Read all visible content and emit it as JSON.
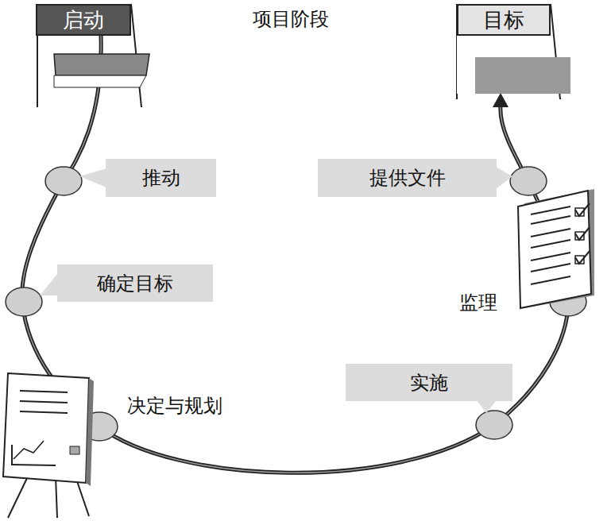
{
  "diagram": {
    "title": "项目阶段",
    "nodes": [
      {
        "text": [
          "启动"
        ]
      },
      {
        "text": [
          "目标"
        ]
      },
      {
        "text": [
          "推动"
        ]
      },
      {
        "text": [
          "提供文件"
        ]
      },
      {
        "text": [
          "确定目标"
        ]
      },
      {
        "text": [
          "实施"
        ]
      }
    ],
    "edges": [
      {
        "from": 0,
        "to": 1,
        "arrow": "to"
      }
    ],
    "labels": [
      "决定与规划",
      "监理"
    ]
  }
}
